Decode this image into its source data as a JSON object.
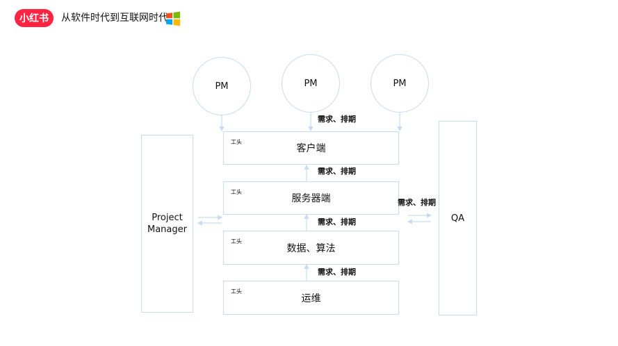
{
  "header": {
    "logo_text": "小红书",
    "title": "从软件时代到互联网时代",
    "logo_color": "#ff2442",
    "icon": "windows-logo-icon"
  },
  "diagram": {
    "pm_nodes": [
      "PM",
      "PM",
      "PM"
    ],
    "layers": [
      {
        "tag": "工头",
        "label": "客户端"
      },
      {
        "tag": "工头",
        "label": "服务器端"
      },
      {
        "tag": "工头",
        "label": "数据、算法"
      },
      {
        "tag": "工头",
        "label": "运维"
      }
    ],
    "project_manager": "Project\nManager",
    "qa": "QA",
    "edge_labels": {
      "pm_to_client": "需求、排期",
      "client_server": "需求、排期",
      "server_data": "需求、排期",
      "data_ops": "需求、排期",
      "server_qa": "需求、排期"
    },
    "line_color": "#c9dcef"
  }
}
